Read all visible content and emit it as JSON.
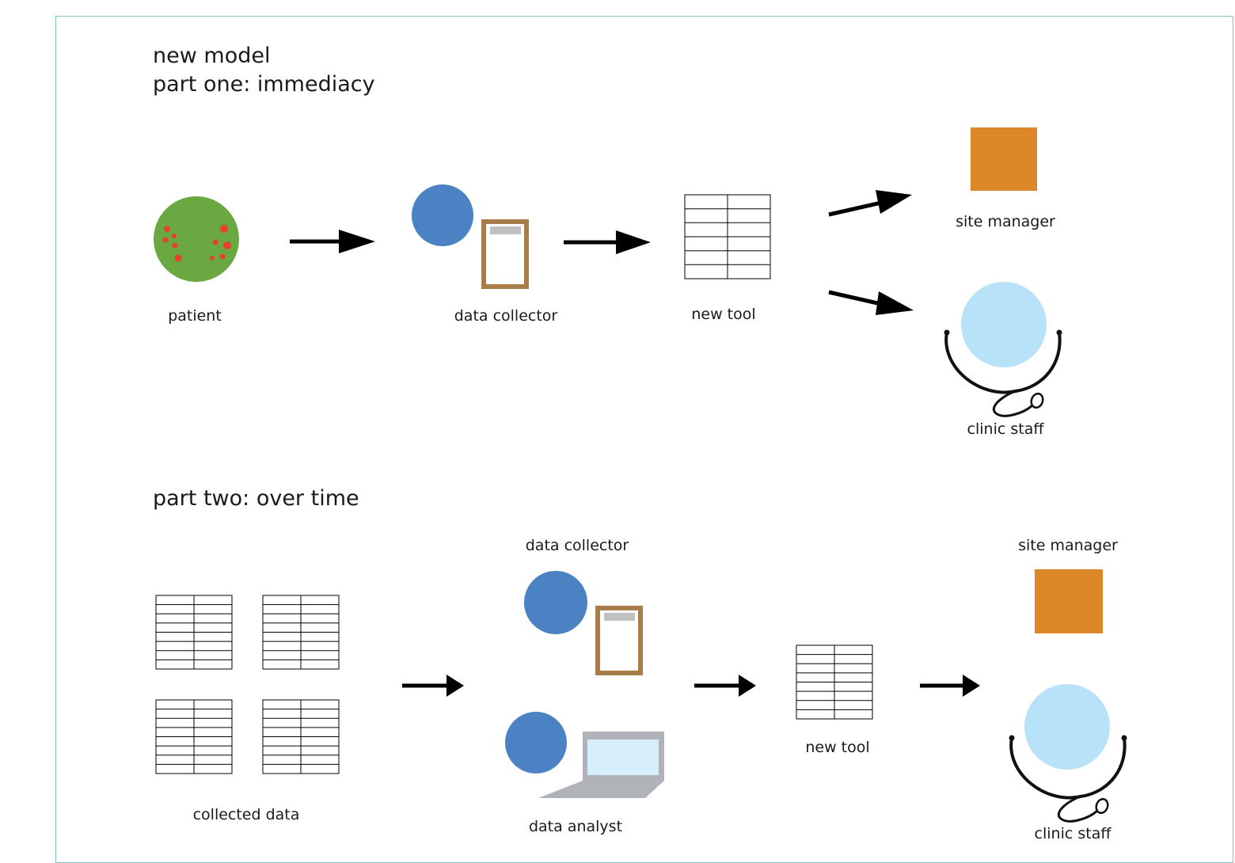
{
  "titles": {
    "line1": "new model",
    "line2": "part one: immediacy",
    "part2": "part two: over time"
  },
  "part_one": {
    "patient": "patient",
    "data_collector": "data collector",
    "new_tool": "new tool",
    "site_manager": "site manager",
    "clinic_staff": "clinic staff"
  },
  "part_two": {
    "collected_data": "collected data",
    "data_collector": "data collector",
    "data_analyst": "data analyst",
    "new_tool": "new tool",
    "site_manager": "site manager",
    "clinic_staff": "clinic staff"
  },
  "colors": {
    "patient_green": "#6aa842",
    "spot_red": "#e8412b",
    "person_blue": "#4a82c4",
    "clipboard_brown": "#a97d4a",
    "clip_gray": "#c0c0c0",
    "manager_orange": "#dc8828",
    "staff_lightblue": "#b7e2f7",
    "laptop_gray": "#b0b4b8",
    "laptop_screen": "#d6eefb",
    "border_teal": "#7fc3c9"
  }
}
